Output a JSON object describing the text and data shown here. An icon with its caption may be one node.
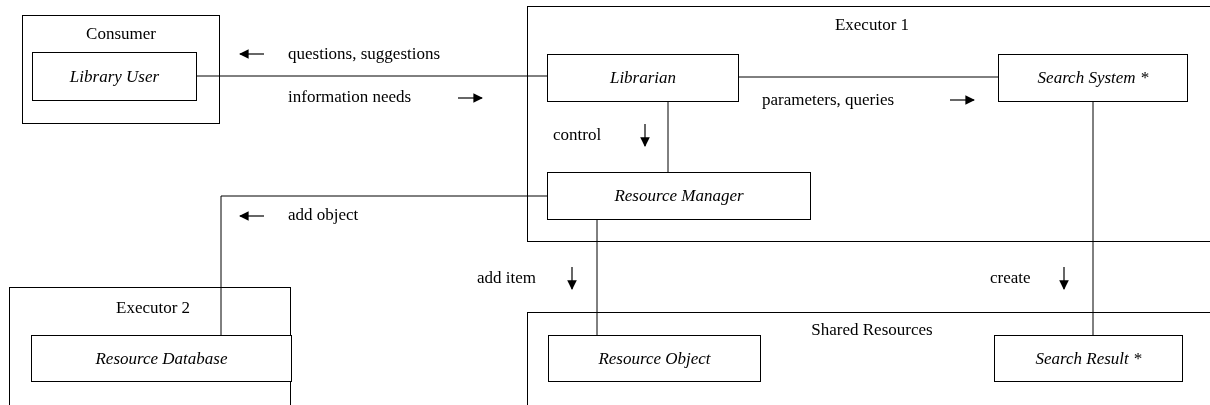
{
  "diagram": {
    "nodes": [
      {
        "text": [
          "Consumer"
        ]
      },
      {
        "text": [
          "Library User"
        ],
        "in": 0
      },
      {
        "text": [
          "Executor 1"
        ]
      },
      {
        "text": [
          "Librarian"
        ],
        "in": 2
      },
      {
        "text": [
          "Search System *"
        ],
        "in": 2
      },
      {
        "text": [
          "Resource Manager"
        ],
        "in": 2
      },
      {
        "text": [
          "Executor 2"
        ]
      },
      {
        "text": [
          "Resource Database"
        ],
        "in": 6
      },
      {
        "text": [
          "Shared Resources"
        ]
      },
      {
        "text": [
          "Resource Object"
        ],
        "in": 8
      },
      {
        "text": [
          "Search Result *"
        ],
        "in": 8
      }
    ],
    "edges": [
      {
        "from": 1,
        "to": 3,
        "arrow": "none"
      },
      {
        "from": 3,
        "to": 4,
        "arrow": "none"
      },
      {
        "from": 3,
        "to": 5,
        "arrow": "none"
      },
      {
        "from": 5,
        "to": 7,
        "arrow": "none"
      },
      {
        "from": 5,
        "to": 9,
        "arrow": "none"
      },
      {
        "from": 4,
        "to": 10,
        "arrow": "none"
      }
    ],
    "labels": [
      "questions, suggestions",
      "information needs",
      "control",
      "parameters, queries",
      "add object",
      "add item",
      "create"
    ]
  }
}
